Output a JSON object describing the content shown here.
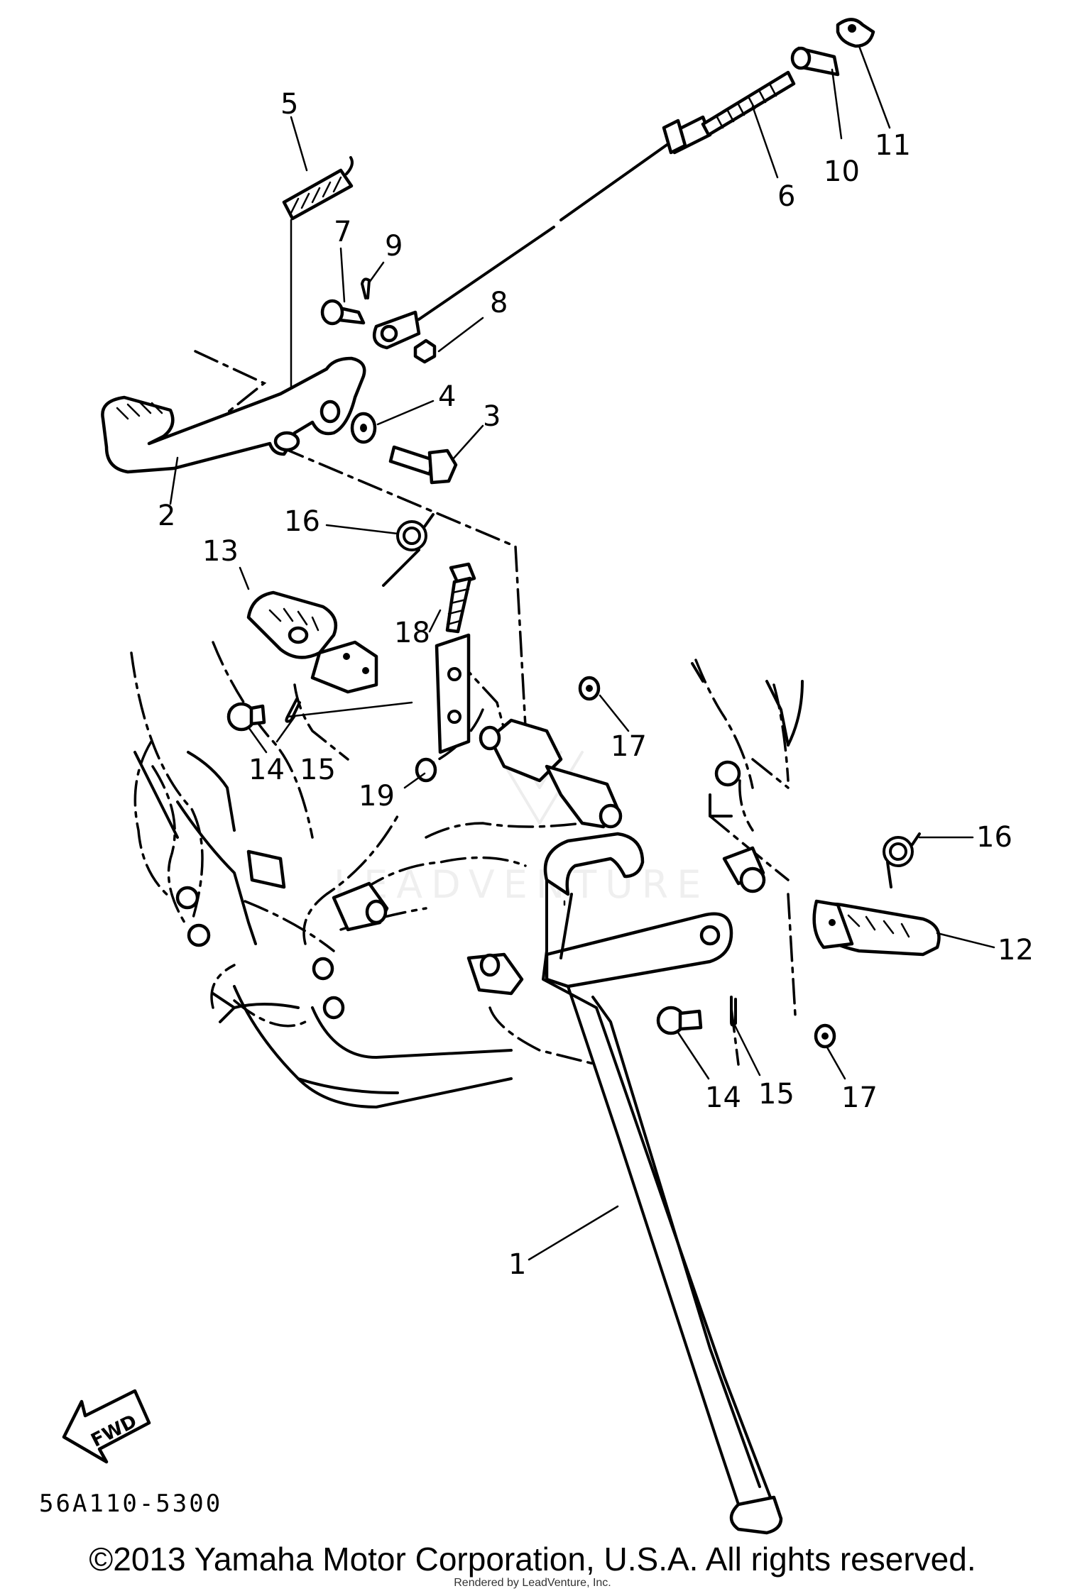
{
  "diagram": {
    "code": "56A110-5300",
    "fwd_label": "FWD",
    "watermark": "LEADVENTURE",
    "callouts": [
      "1",
      "2",
      "3",
      "4",
      "5",
      "6",
      "7",
      "8",
      "9",
      "10",
      "11",
      "12",
      "13",
      "14",
      "15",
      "16",
      "17",
      "18",
      "19",
      "16",
      "14",
      "15",
      "17"
    ]
  },
  "footer": {
    "copyright": "©2013 Yamaha Motor Corporation, U.S.A. All rights reserved.",
    "render_credit": "Rendered by LeadVenture, Inc."
  }
}
